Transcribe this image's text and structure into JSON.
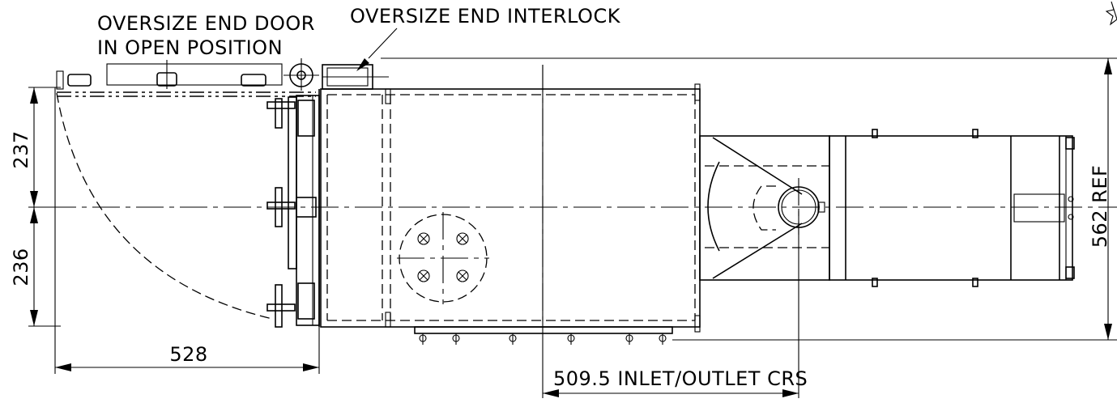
{
  "callouts": {
    "door_line1": "OVERSIZE END DOOR",
    "door_line2": "IN OPEN POSITION",
    "interlock": "OVERSIZE END INTERLOCK"
  },
  "dimensions": {
    "upper_half": "237",
    "lower_half": "236",
    "door_length": "528",
    "inlet_outlet": "509.5 INLET/OUTLET CRS",
    "overall_height": "562 REF"
  },
  "colors": {
    "line": "#000000",
    "background": "#ffffff"
  },
  "icons": {
    "corner_mark": "star-outline-icon"
  }
}
